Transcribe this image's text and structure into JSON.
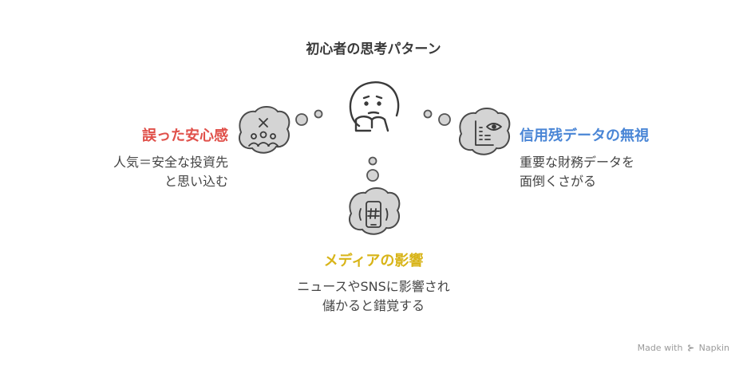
{
  "title": "初心者の思考パターン",
  "nodes": {
    "left": {
      "heading": "誤った安心感",
      "desc_lines": [
        "人気＝安全な投資先",
        "と思い込む"
      ],
      "color": "#e0504a"
    },
    "right": {
      "heading": "信用残データの無視",
      "desc_lines": [
        "重要な財務データを",
        "面倒くさがる"
      ],
      "color": "#4a86d6"
    },
    "bottom": {
      "heading": "メディアの影響",
      "desc_lines": [
        "ニュースやSNSに影響され",
        "儲かると錯覚する"
      ],
      "color": "#d8b418"
    }
  },
  "icons": {
    "center": "thinking-face-icon",
    "left": "crowd-with-x-icon",
    "right": "document-with-eye-icon",
    "bottom": "smartphone-hashtag-icon"
  },
  "footer": {
    "prefix": "Made with",
    "brand": "Napkin"
  }
}
